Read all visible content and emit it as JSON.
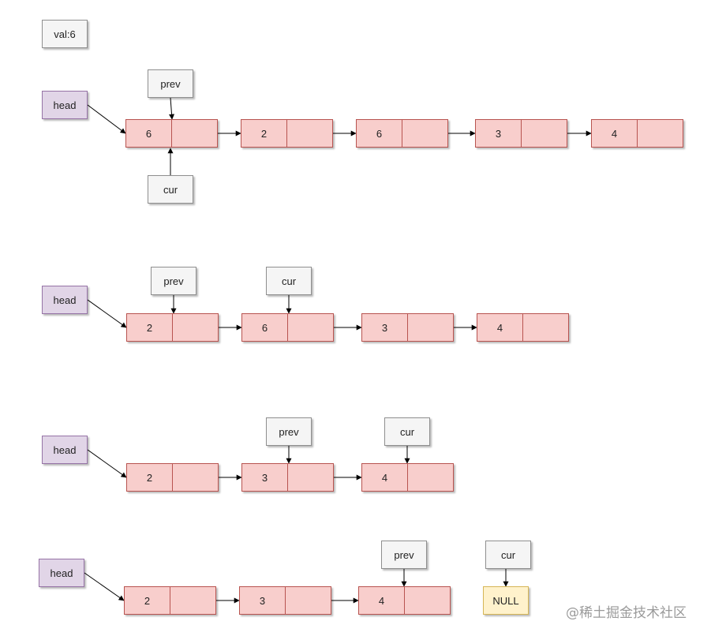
{
  "val_label": "val:6",
  "watermark": "@稀土掘金技术社区",
  "rows": [
    {
      "head": "head",
      "nodes": [
        "6",
        "2",
        "6",
        "3",
        "4"
      ],
      "prev": "prev",
      "cur": "cur"
    },
    {
      "head": "head",
      "nodes": [
        "2",
        "6",
        "3",
        "4"
      ],
      "prev": "prev",
      "cur": "cur"
    },
    {
      "head": "head",
      "nodes": [
        "2",
        "3",
        "4"
      ],
      "prev": "prev",
      "cur": "cur"
    },
    {
      "head": "head",
      "nodes": [
        "2",
        "3",
        "4"
      ],
      "prev": "prev",
      "cur": "cur",
      "null_label": "NULL"
    }
  ],
  "colors": {
    "node_fill": "#f8cecc",
    "node_border": "#b85450",
    "head_fill": "#e1d5e7",
    "head_border": "#9673a6",
    "label_fill": "#f5f5f5",
    "label_border": "#8f8f8f",
    "null_fill": "#fff2cc",
    "null_border": "#d6b656"
  }
}
